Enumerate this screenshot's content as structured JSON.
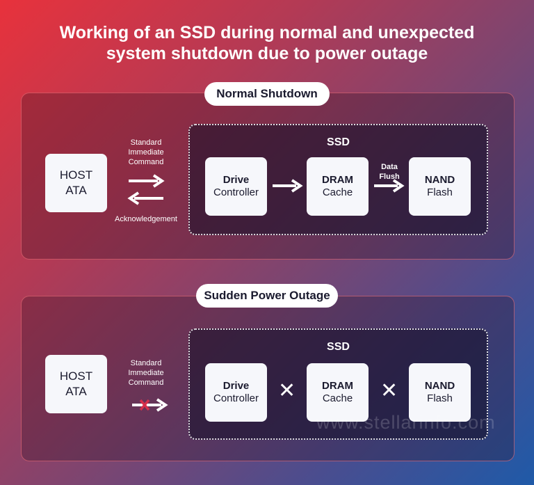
{
  "title_line1": "Working of an SSD during normal and unexpected",
  "title_line2": "system shutdown due to power outage",
  "normal": {
    "pill": "Normal Shutdown",
    "host_l1": "HOST",
    "host_l2": "ATA",
    "cmd_l1": "Standard",
    "cmd_l2": "Immediate",
    "cmd_l3": "Command",
    "ack": "Acknowledgement",
    "ssd": "SSD",
    "drive_l1": "Drive",
    "drive_l2": "Controller",
    "dram_l1": "DRAM",
    "dram_l2": "Cache",
    "flush_l1": "Data",
    "flush_l2": "Flush",
    "nand_l1": "NAND",
    "nand_l2": "Flash"
  },
  "outage": {
    "pill": "Sudden Power Outage",
    "host_l1": "HOST",
    "host_l2": "ATA",
    "cmd_l1": "Standard",
    "cmd_l2": "Immediate",
    "cmd_l3": "Command",
    "ssd": "SSD",
    "drive_l1": "Drive",
    "drive_l2": "Controller",
    "dram_l1": "DRAM",
    "dram_l2": "Cache",
    "nand_l1": "NAND",
    "nand_l2": "Flash",
    "cross": "✕"
  },
  "watermark": "www.stellarinfo.com",
  "colors": {
    "bg_start": "#e8323c",
    "bg_end": "#1f5aa8",
    "card": "#f6f7fb",
    "fail_x": "#d6304a"
  }
}
